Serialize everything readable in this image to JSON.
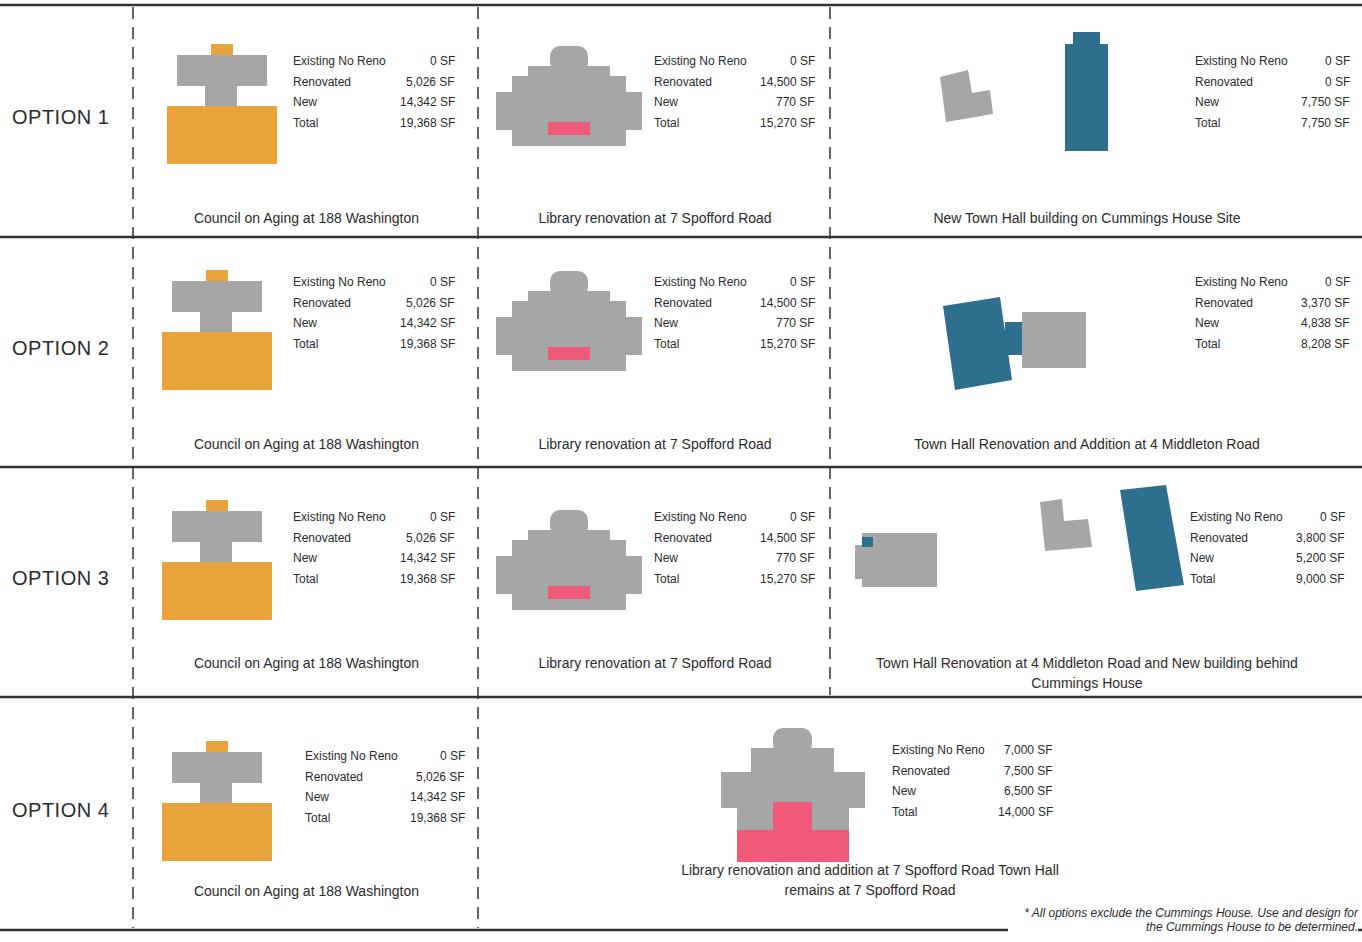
{
  "diagram": {
    "nodes": [
      {
        "text": [
          "OPTION 1"
        ]
      },
      {
        "text": [
          "Existing No Reno",
          "0 SF",
          "Renovated",
          "5,026 SF",
          "New",
          "14,342 SF",
          "Total",
          "19,368 SF",
          "Council on Aging at 188 Washington"
        ],
        "in": 0
      },
      {
        "text": [
          "Existing No Reno",
          "0 SF",
          "Renovated",
          "14,500 SF",
          "New",
          "770 SF",
          "Total",
          "15,270 SF",
          "Library renovation at 7 Spofford Road"
        ],
        "in": 0
      },
      {
        "text": [
          "Existing No Reno",
          "0 SF",
          "Renovated",
          "0 SF",
          "New",
          "7,750 SF",
          "Total",
          "7,750 SF",
          "New Town Hall building on Cummings House Site"
        ],
        "in": 0
      },
      {
        "text": [
          "OPTION 2"
        ]
      },
      {
        "text": [
          "Existing No Reno",
          "0 SF",
          "Renovated",
          "5,026 SF",
          "New",
          "14,342 SF",
          "Total",
          "19,368 SF",
          "Council on Aging at 188 Washington"
        ],
        "in": 4
      },
      {
        "text": [
          "Existing No Reno",
          "0 SF",
          "Renovated",
          "14,500 SF",
          "New",
          "770 SF",
          "Total",
          "15,270 SF",
          "Library renovation at 7 Spofford Road"
        ],
        "in": 4
      },
      {
        "text": [
          "Existing No Reno",
          "0 SF",
          "Renovated",
          "3,370 SF",
          "New",
          "4,838 SF",
          "Total",
          "8,208 SF",
          "Town Hall Renovation and Addition at 4 Middleton Road"
        ],
        "in": 4
      },
      {
        "text": [
          "OPTION 3"
        ]
      },
      {
        "text": [
          "Existing No Reno",
          "0 SF",
          "Renovated",
          "5,026 SF",
          "New",
          "14,342 SF",
          "Total",
          "19,368 SF",
          "Council on Aging at 188 Washington"
        ],
        "in": 8
      },
      {
        "text": [
          "Existing No Reno",
          "0 SF",
          "Renovated",
          "14,500 SF",
          "New",
          "770 SF",
          "Total",
          "15,270 SF",
          "Library renovation at 7 Spofford Road"
        ],
        "in": 8
      },
      {
        "text": [
          "Existing No Reno",
          "0 SF",
          "Renovated",
          "3,800 SF",
          "New",
          "5,200 SF",
          "Total",
          "9,000 SF",
          "Town Hall Renovation at 4 Middleton Road and New building behind Cummings House"
        ],
        "in": 8
      },
      {
        "text": [
          "OPTION 4"
        ]
      },
      {
        "text": [
          "Existing No Reno",
          "0 SF",
          "Renovated",
          "5,026 SF",
          "New",
          "14,342 SF",
          "Total",
          "19,368 SF",
          "Council on Aging at 188 Washington"
        ],
        "in": 12
      },
      {
        "text": [
          "Existing No Reno",
          "7,000 SF",
          "Renovated",
          "7,500 SF",
          "New",
          "6,500 SF",
          "Total",
          "14,000 SF",
          "Library renovation and addition at 7 Spofford Road Town Hall remains at 7 Spofford Road"
        ],
        "in": 12
      }
    ],
    "labels": [
      "* All options exclude the Cummings House. Use and design for the Cummings House to be determined."
    ]
  }
}
